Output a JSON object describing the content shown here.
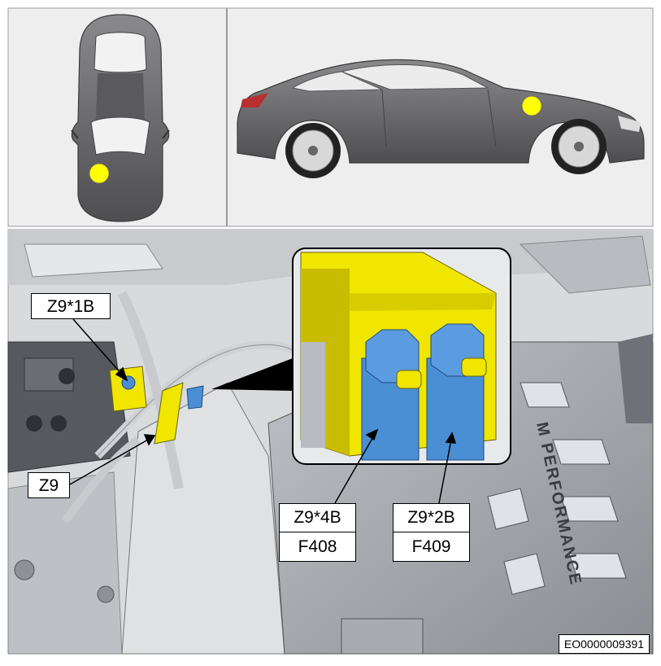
{
  "callouts": {
    "z9_1b": "Z9*1B",
    "z9": "Z9",
    "z9_4b": "Z9*4B",
    "f408": "F408",
    "z9_2b": "Z9*2B",
    "f409": "F409"
  },
  "engine_cover_text": "M PERFORMANCE",
  "document_id": "EO0000009391",
  "colors": {
    "highlight_yellow": "#f0e600",
    "terminal_blue": "#4a8fd4",
    "car_gray": "#6e6e70",
    "marker_yellow": "#ffff00"
  }
}
